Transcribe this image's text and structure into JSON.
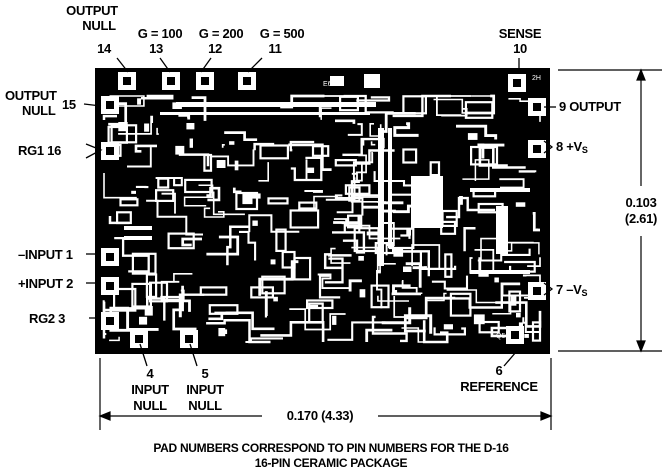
{
  "top_labels": {
    "output_null_title": "OUTPUT",
    "output_null_sub": "NULL",
    "pin14": "14",
    "g100": "G = 100",
    "pin13": "13",
    "g200": "G = 200",
    "pin12": "12",
    "g500": "G = 500",
    "pin11": "11",
    "sense": "SENSE",
    "pin10": "10"
  },
  "left_labels": {
    "output_null_15_a": "OUTPUT",
    "output_null_15_b": "NULL",
    "pin15": "15",
    "rg1": "RG1 16",
    "minus_input": "–INPUT 1",
    "plus_input": "+INPUT 2",
    "rg2": "RG2 3"
  },
  "right_labels": {
    "output": "9 OUTPUT",
    "plus_vs": "8 +V",
    "plus_vs_sub": "S",
    "minus_vs": "7 –V",
    "minus_vs_sub": "S"
  },
  "bottom_labels": {
    "pin4": "4",
    "input_null_4_a": "INPUT",
    "input_null_4_b": "NULL",
    "pin5": "5",
    "input_null_5_a": "INPUT",
    "input_null_5_b": "NULL",
    "pin6": "6",
    "reference": "REFERENCE"
  },
  "dimensions": {
    "height_in": "0.103",
    "height_mm": "(2.61)",
    "width": "0.170 (4.33)"
  },
  "die_text": {
    "code_top": "E624",
    "code_corner": "2H",
    "code_bottom": "Q51"
  },
  "caption": {
    "line1": "PAD NUMBERS CORRESPOND TO PIN NUMBERS FOR THE D-16",
    "line2": "16-PIN CERAMIC PACKAGE"
  },
  "colors": {
    "die": "#000000",
    "metal": "#ffffff",
    "ink": "#000000"
  }
}
